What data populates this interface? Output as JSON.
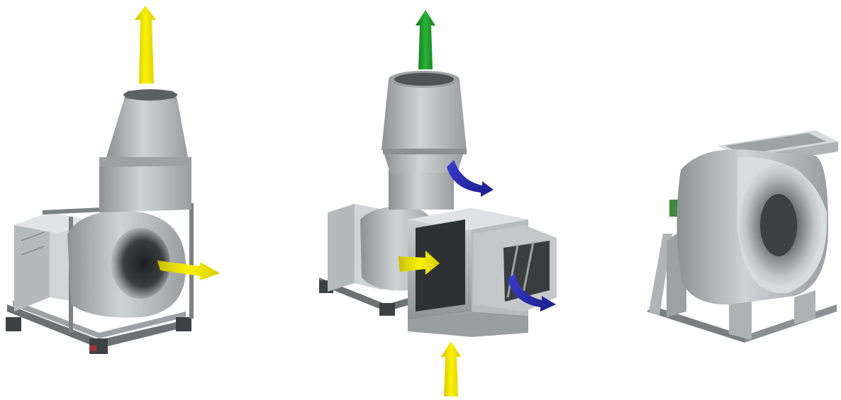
{
  "scene": {
    "background": "#ffffff",
    "metal_light": "#c9cccd",
    "metal_mid": "#a7abac",
    "metal_dark": "#7c8081",
    "metal_shadow": "#4e5253",
    "motor_green": "#3f8a3a",
    "arrow_colors": {
      "exhaust": "#f3e600",
      "intake": "#f3e600",
      "clean_exhaust": "#1f9a2a",
      "side_intake": "#2c2fb5"
    }
  },
  "units": [
    {
      "name": "fan-with-conical-discharge",
      "arrows": [
        "exhaust-up",
        "intake-side"
      ]
    },
    {
      "name": "fan-with-cyclone-and-filter-box",
      "arrows": [
        "clean-exhaust-up",
        "side-intake-blue",
        "filter-intake-blue",
        "inlet-yellow",
        "bottom-inlet-yellow"
      ]
    },
    {
      "name": "centrifugal-fan-on-frame",
      "arrows": []
    }
  ]
}
